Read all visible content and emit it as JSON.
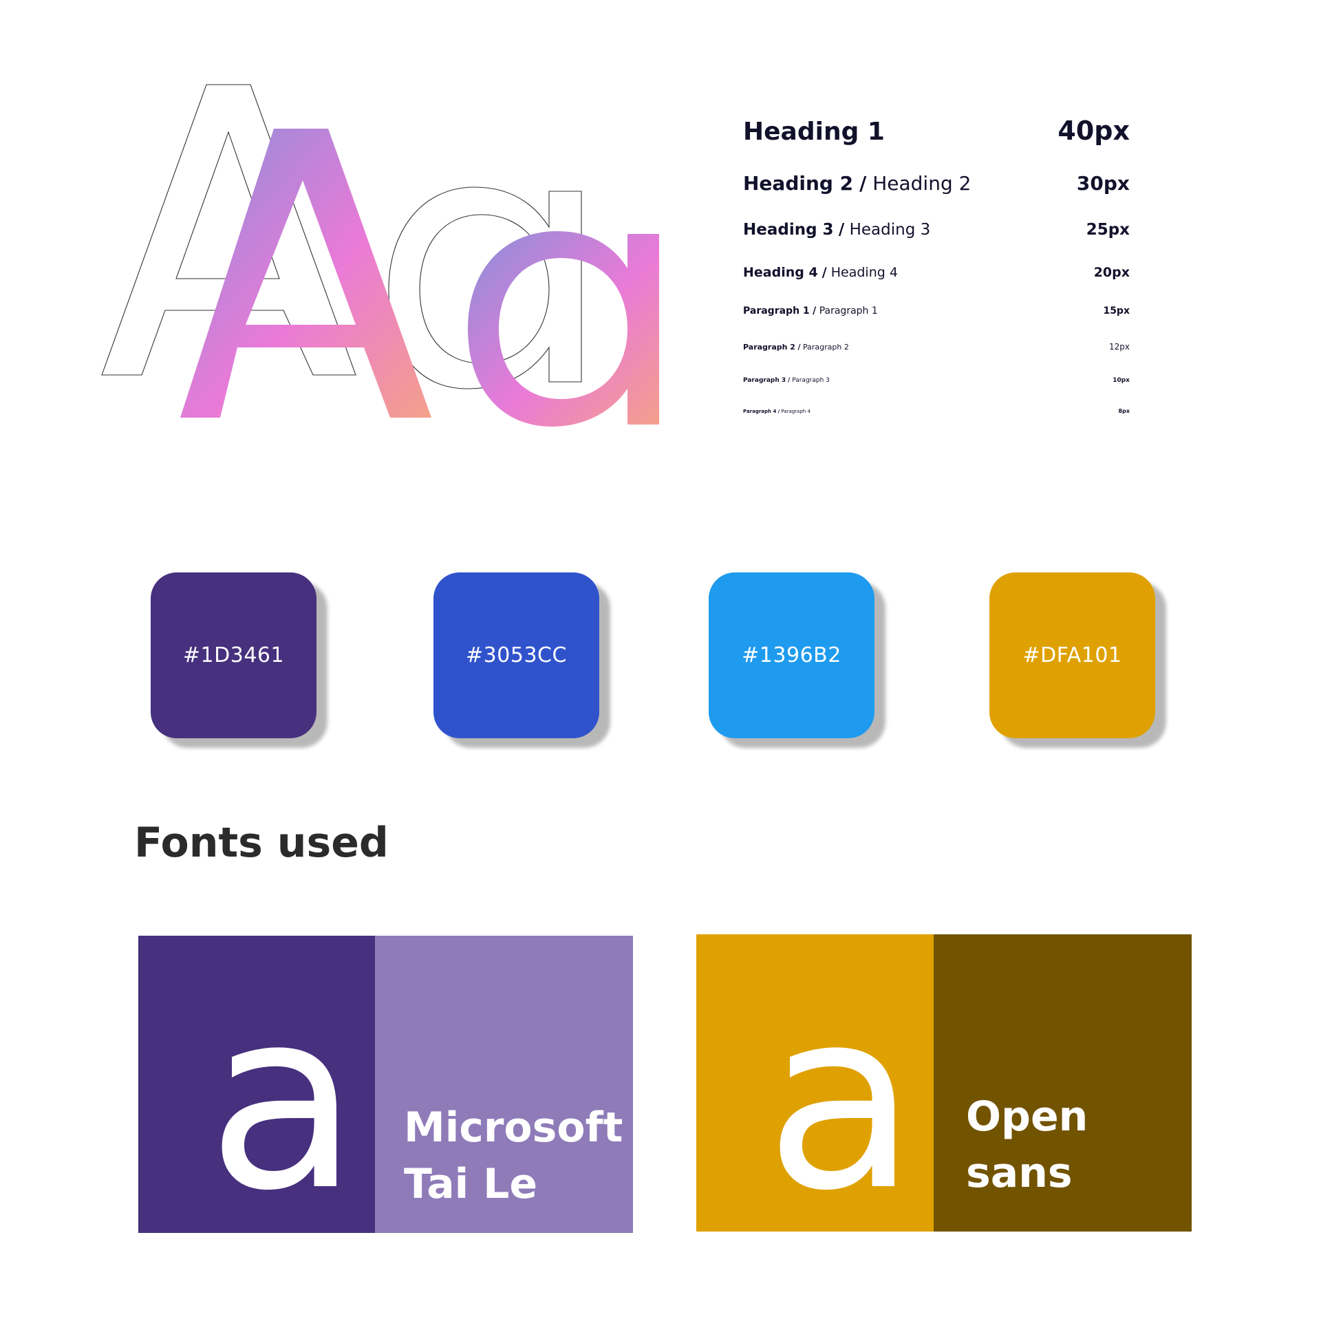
{
  "hero": {
    "glyphs": "Aa",
    "gradient": [
      "#8a8fd9",
      "#e97ad8",
      "#f4a08a"
    ]
  },
  "type_scale": [
    {
      "bold": "Heading 1",
      "regular": "",
      "size": "40px"
    },
    {
      "bold": "Heading 2",
      "regular": "Heading 2",
      "size": "30px"
    },
    {
      "bold": "Heading 3",
      "regular": "Heading 3",
      "size": "25px"
    },
    {
      "bold": "Heading 4",
      "regular": "Heading 4",
      "size": "20px"
    },
    {
      "bold": "Paragraph 1",
      "regular": "Paragraph 1",
      "size": "15px"
    },
    {
      "bold": "Paragraph 2",
      "regular": "Paragraph 2",
      "size": "12px"
    },
    {
      "bold": "Paragraph 3",
      "regular": "Paragraph 3",
      "size": "10px"
    },
    {
      "bold": "Paragraph 4",
      "regular": "Paragraph 4",
      "size": "8px"
    }
  ],
  "separator": "/",
  "swatches": [
    {
      "label": "#1D3461",
      "color": "#47307e"
    },
    {
      "label": "#3053CC",
      "color": "#3053cc"
    },
    {
      "label": "#1396B2",
      "color": "#1e9bee"
    },
    {
      "label": "#DFA101",
      "color": "#dfa101"
    }
  ],
  "fonts_section": {
    "title": "Fonts used",
    "cards": [
      {
        "glyph": "a",
        "name": "Microsoft\nTai Le",
        "left_color": "#47307e",
        "right_color": "#8e7bb8"
      },
      {
        "glyph": "a",
        "name": "Open\nsans",
        "left_color": "#dfa101",
        "right_color": "#725300"
      }
    ]
  }
}
